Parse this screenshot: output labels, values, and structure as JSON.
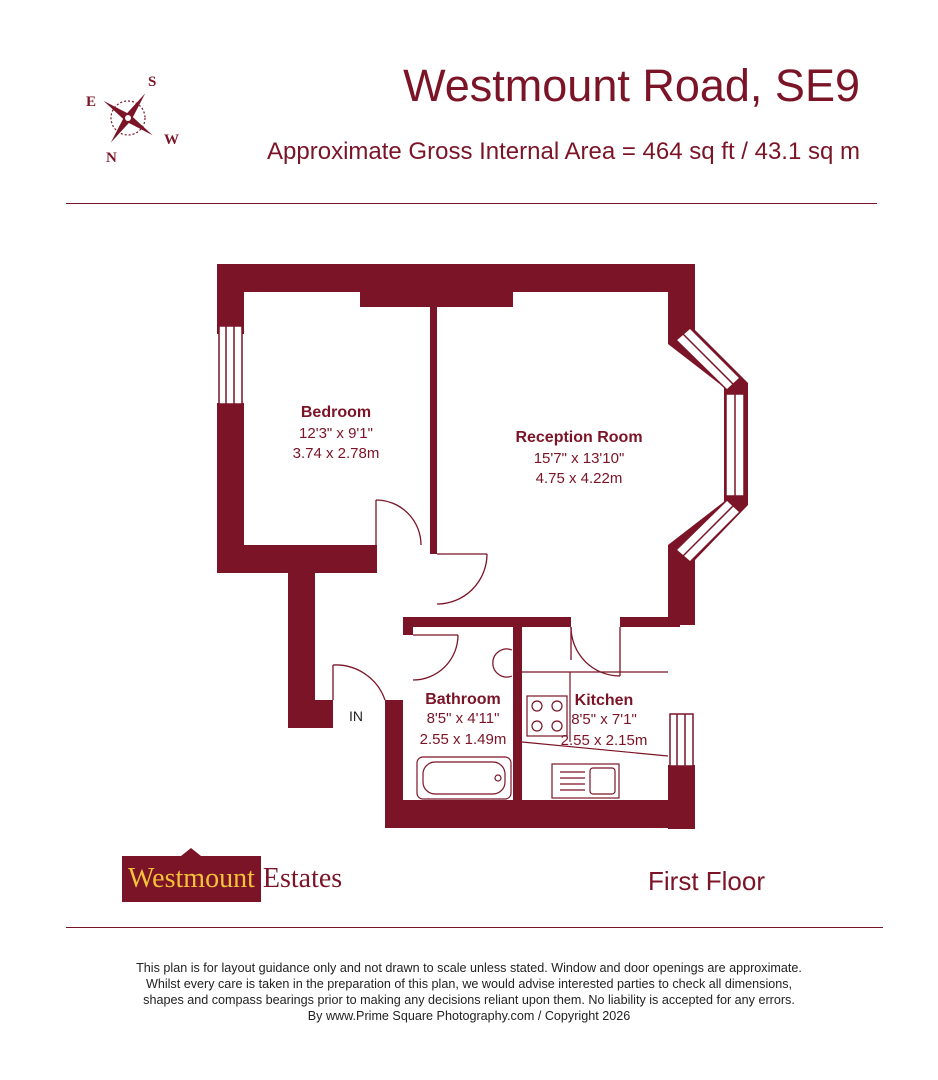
{
  "header": {
    "title": "Westmount Road, SE9",
    "subtitle": "Approximate Gross Internal Area = 464 sq ft / 43.1 sq m"
  },
  "compass": {
    "north": "N",
    "south": "S",
    "east": "E",
    "west": "W"
  },
  "rooms": [
    {
      "name": "Bedroom",
      "imperial": "12'3\" x 9'1\"",
      "metric": "3.74 x 2.78m"
    },
    {
      "name": "Reception Room",
      "imperial": "15'7\" x 13'10\"",
      "metric": "4.75 x 4.22m"
    },
    {
      "name": "Bathroom",
      "imperial": "8'5\" x 4'11\"",
      "metric": "2.55 x 1.49m"
    },
    {
      "name": "Kitchen",
      "imperial": "8'5\" x 7'1\"",
      "metric": "2.55 x 2.15m"
    }
  ],
  "entrance_label": "IN",
  "footer": {
    "logo_brand": "Westmount",
    "logo_suffix": "Estates",
    "floor_label": "First Floor",
    "disclaimer": [
      "This plan is for layout guidance only and not drawn to scale unless stated. Window and door openings are approximate.",
      "Whilst every care is taken in the preparation of this plan, we would advise interested parties to check all dimensions,",
      "shapes and compass bearings prior to making any decisions reliant upon them. No liability is accepted for any errors.",
      "By www.Prime Square Photography.com / Copyright 2026"
    ]
  },
  "colors": {
    "wall": "#7b1426",
    "logo_text": "#f3c23a"
  }
}
